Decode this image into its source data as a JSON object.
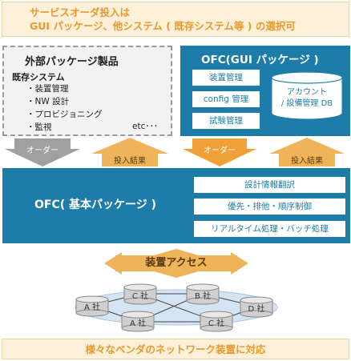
{
  "top_banner": {
    "line1": "サービスオーダ投入は",
    "line2": "GUI パッケージ、他システム ( 既存システム等 ) の選択可"
  },
  "external_package": {
    "title": "外部パッケージ製品",
    "subtitle": "既存システム",
    "items": [
      "・装置管理",
      "・NW 設計",
      "・プロビジョニング",
      "・監視"
    ],
    "etc": "etc･･･"
  },
  "gui_package": {
    "title": "OFC(GUI パッケージ )",
    "buttons": [
      "装置管理",
      "config 管理",
      "試験管理"
    ],
    "db_line1": "アカウント",
    "db_line2": "/ 設備管理 DB"
  },
  "arrows": {
    "order_left": "オーダー",
    "result_left": "投入結果",
    "order_right": "オーダー",
    "result_right": "投入結果"
  },
  "base_package": {
    "title": "OFC( 基本パッケージ )",
    "functions": [
      "設計情報翻訳",
      "優先・排他・順序制御",
      "リアルタイム処理・バッチ処理"
    ]
  },
  "device_access": {
    "label": "装置アクセス"
  },
  "network": {
    "nodes": [
      "A 社",
      "C 社",
      "B 社",
      "D 社",
      "A 社",
      "C 社"
    ]
  },
  "bottom_banner": {
    "text": "様々なベンダのネットワーク装置に対応"
  },
  "colors": {
    "primary_blue": "#1e7da8",
    "accent_orange": "#e8992e",
    "banner_bg": "#fdf0d9",
    "gray_arrow": "#a0a0a0"
  }
}
